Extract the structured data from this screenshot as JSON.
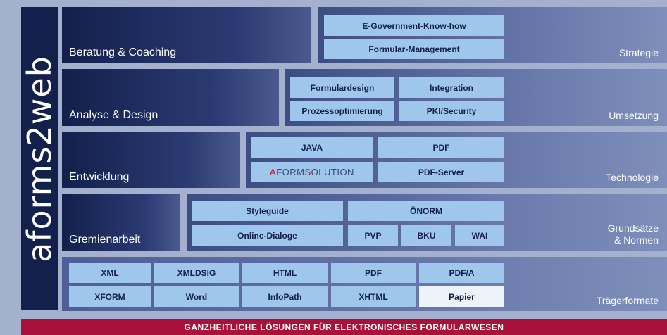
{
  "logo": {
    "text": "aforms2web"
  },
  "rows": [
    {
      "left_label": "Beratung & Coaching",
      "right_label": "Strategie",
      "boxes": [
        "E-Government-Know-how",
        "Formular-Management"
      ]
    },
    {
      "left_label": "Analyse & Design",
      "right_label": "Umsetzung",
      "boxes": [
        "Formulardesign",
        "Integration",
        "Prozessoptimierung",
        "PKI/Security"
      ]
    },
    {
      "left_label": "Entwicklung",
      "right_label": "Technologie",
      "boxes": [
        "JAVA",
        "PDF",
        "AFORMSOLUTION",
        "PDF-Server"
      ]
    },
    {
      "left_label": "Gremienarbeit",
      "right_label_line1": "Grundsätze",
      "right_label_line2": "& Normen",
      "boxes": [
        "Styleguide",
        "ÖNORM",
        "Online-Dialoge",
        "PVP",
        "BKU",
        "WAI"
      ]
    },
    {
      "right_label": "Trägerformate",
      "boxes": [
        "XML",
        "XMLDSIG",
        "HTML",
        "PDF",
        "PDF/A",
        "XFORM",
        "Word",
        "InfoPath",
        "XHTML",
        "Papier"
      ]
    }
  ],
  "aformsolution_parts": [
    "A",
    "FORM",
    "S",
    "OLUTION"
  ],
  "footer": {
    "text": "GANZHEITLICHE LÖSUNGEN FÜR ELEKTRONISCHES FORMULARWESEN"
  },
  "colors": {
    "background": "#a3b1cf",
    "navy": "#13204c",
    "box": "#9fc7ec",
    "box_highlight": "#eef3fa",
    "footer": "#a8123a",
    "brand_red": "#b8173b"
  }
}
